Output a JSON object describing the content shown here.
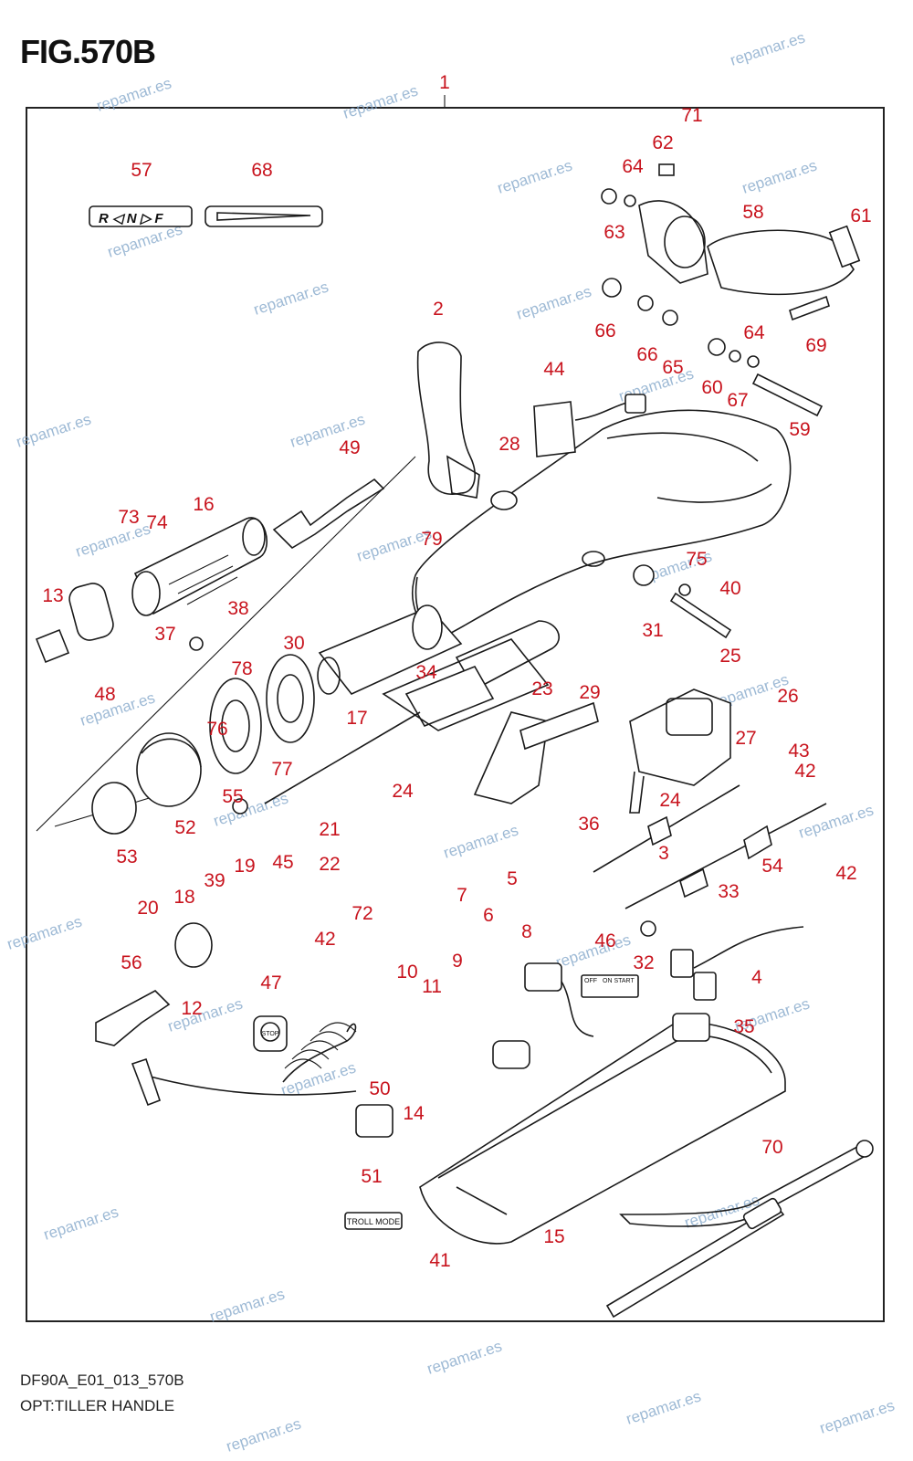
{
  "figure_title": "FIG.570B",
  "footer": {
    "code": "DF90A_E01_013_570B",
    "caption": "OPT:TILLER HANDLE"
  },
  "watermark_text": "repamar.es",
  "decal_labels": {
    "shift_decal": "R ◁ N ▷ F",
    "switch_decal_off": "OFF",
    "switch_decal_on_start": "ON START",
    "stop_button": "STOP",
    "troll_mode": "TROLL MODE"
  },
  "callouts": [
    "1",
    "2",
    "3",
    "4",
    "5",
    "6",
    "7",
    "8",
    "9",
    "10",
    "11",
    "12",
    "13",
    "14",
    "15",
    "16",
    "17",
    "18",
    "19",
    "20",
    "21",
    "22",
    "23",
    "24",
    "24",
    "25",
    "26",
    "27",
    "28",
    "29",
    "30",
    "31",
    "32",
    "33",
    "34",
    "35",
    "36",
    "37",
    "38",
    "39",
    "40",
    "41",
    "42",
    "42",
    "42",
    "43",
    "44",
    "45",
    "46",
    "47",
    "48",
    "49",
    "50",
    "51",
    "52",
    "53",
    "54",
    "55",
    "56",
    "57",
    "58",
    "59",
    "60",
    "61",
    "62",
    "63",
    "64",
    "64",
    "65",
    "66",
    "66",
    "67",
    "68",
    "69",
    "70",
    "71",
    "72",
    "73",
    "74",
    "75",
    "76",
    "77",
    "78",
    "79"
  ],
  "colors": {
    "callout": "#c8141e",
    "watermark": "#7ea3c8",
    "line": "#1a1a1a"
  }
}
